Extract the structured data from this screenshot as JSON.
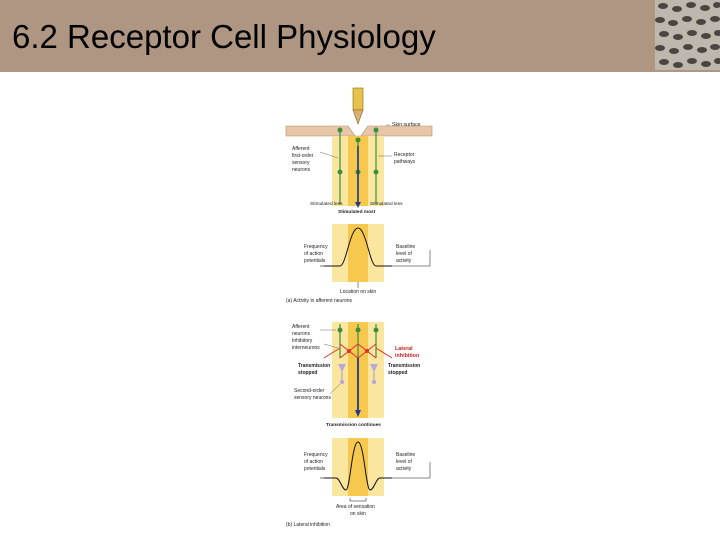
{
  "header": {
    "title": "6.2 Receptor Cell Physiology",
    "bg_color": "#ae9682"
  },
  "logo": {
    "icon": "scale-texture-logo-icon"
  },
  "figure": {
    "panel_a": {
      "skin_surface": "Skin surface",
      "afferent_neurons": [
        "Afferent",
        "first-order",
        "sensory",
        "neurons"
      ],
      "receptor_pathways": [
        "Receptor",
        "pathways"
      ],
      "stimulated_left": "Stimulated less",
      "stimulated_right": "Stimulated less",
      "stimulated_most": "Stimulated most",
      "frequency": [
        "Frequency",
        "of action",
        "potentials"
      ],
      "baseline": [
        "Baseline",
        "level of",
        "activity"
      ],
      "location": "Location on skin",
      "caption": "(a) Activity in afferent neurons"
    },
    "panel_b": {
      "afferent_inhib": [
        "Afferent",
        "neurons",
        "Inhibitory",
        "interneurons"
      ],
      "lateral_inhibition": [
        "Lateral",
        "inhibition"
      ],
      "transmission_stopped_left": [
        "Transmission",
        "stopped"
      ],
      "transmission_stopped_right": [
        "Transmission",
        "stopped"
      ],
      "second_order": [
        "Second-order",
        "sensory neurons"
      ],
      "transmission_continues": "Transmission continues",
      "frequency": [
        "Frequency",
        "of action",
        "potentials"
      ],
      "baseline": [
        "Baseline",
        "level of",
        "activity"
      ],
      "area": [
        "Area of sensation",
        "on skin"
      ],
      "caption": "(b) Lateral inhibition"
    },
    "colors": {
      "band_light": "#fbe6a0",
      "band_mid": "#f6c94e",
      "band_dark": "#f2b62c",
      "neuron": "#3a8f3c",
      "inhibitory": "#e03030",
      "label_red": "#cc2222"
    }
  }
}
